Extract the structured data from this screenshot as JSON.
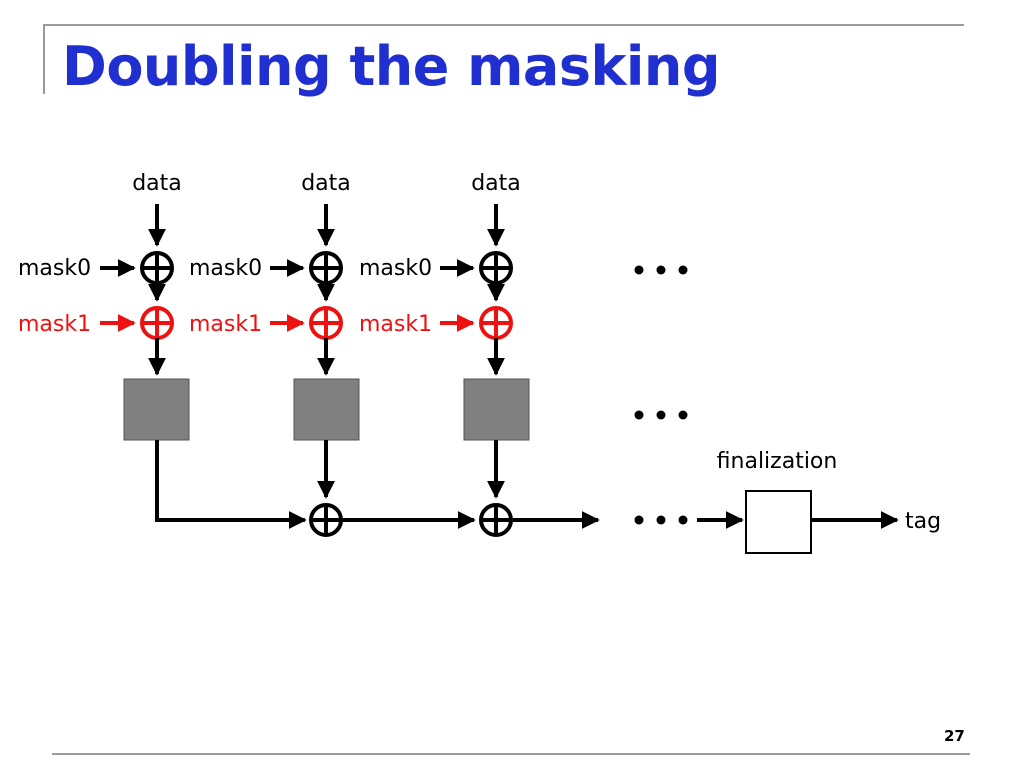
{
  "slide": {
    "title": "Doubling the masking",
    "page_number": "27"
  },
  "diagram": {
    "data_label": "data",
    "mask0_label": "mask0",
    "mask1_label": "mask1",
    "ellipsis": "•••",
    "finalization_label": "finalization",
    "tag_label": "tag",
    "colors": {
      "title": "#1f2fd0",
      "mask1": "#ee1111",
      "block_fill": "#808080",
      "stroke": "#000000"
    },
    "icons": [
      "xor-icon",
      "block-cipher-box",
      "arrow-head"
    ]
  }
}
